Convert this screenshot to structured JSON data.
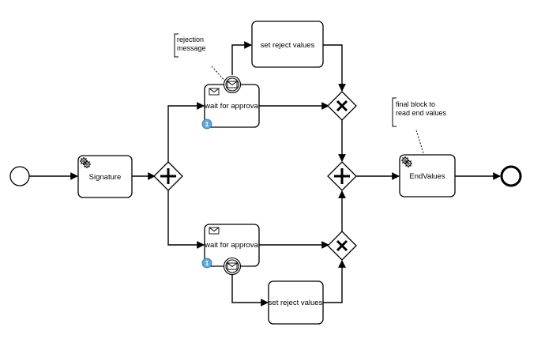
{
  "diagram": {
    "tasks": {
      "signature": "Signature",
      "wait_top": "wait for approval",
      "wait_bottom": "wait for approval",
      "reject_top": "set reject values",
      "reject_bottom": "set reject values",
      "endvalues": "EndValues"
    },
    "badges": {
      "top": "1",
      "bottom": "1"
    },
    "annotations": {
      "rejection": [
        "rejection",
        "message"
      ],
      "final": [
        "final block to",
        "read end values"
      ]
    },
    "icons": {
      "service_task": "gear-icon",
      "receive_task": "envelope-icon",
      "boundary_event": "message-boundary-event",
      "parallel_gateway": "plus-icon",
      "exclusive_gateway": "x-icon"
    },
    "colors": {
      "stroke": "#000000",
      "badge": "#5fa9d8",
      "fill": "#ffffff"
    }
  }
}
